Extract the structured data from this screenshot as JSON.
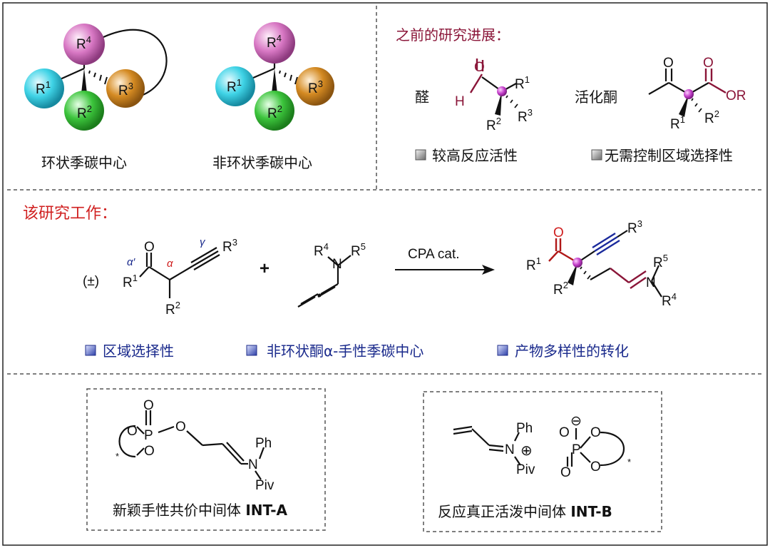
{
  "top_left": {
    "cyclic_caption": "环状季碳中心",
    "acyclic_caption": "非环状季碳中心",
    "sphere_labels": {
      "r1": "R",
      "r2": "R",
      "r3": "R",
      "r4": "R",
      "s1": "1",
      "s2": "2",
      "s3": "3",
      "s4": "4"
    }
  },
  "top_right": {
    "title": "之前的研究进展：",
    "aldehyde_label": "醛",
    "ketone_label": "活化酮",
    "aldehyde_feature": "较高反应活性",
    "ketone_feature": "无需控制区域选择性",
    "atoms": {
      "o": "O",
      "h": "H",
      "or": "OR",
      "r": "R",
      "n1": "1",
      "n2": "2",
      "n3": "3"
    }
  },
  "middle": {
    "title": "该研究工作：",
    "racemic": "(±)",
    "plus": "+",
    "catalyst": "CPA cat.",
    "alpha_prime": "α′",
    "alpha": "α",
    "gamma": "γ",
    "n_atom": "N",
    "features": [
      "区域选择性",
      "非环状酮α-手性季碳中心",
      "产物多样性的转化"
    ],
    "sup": {
      "n1": "1",
      "n2": "2",
      "n3": "3",
      "n4": "4",
      "n5": "5"
    }
  },
  "bottom": {
    "int_a_caption": "新颖手性共价中间体 ",
    "int_a_code": "INT-A",
    "int_b_caption": "反应真正活泼中间体 ",
    "int_b_code": "INT-B",
    "atoms": {
      "p": "P",
      "o": "O",
      "n": "N",
      "ph": "Ph",
      "piv": "Piv",
      "star": "*",
      "plus": "⊕",
      "minus": "⊖"
    }
  },
  "colors": {
    "magenta_center": "#c23ec9",
    "sphere_r1": "#3fd3e6",
    "sphere_r2": "#3cc43c",
    "sphere_r3": "#d48a22",
    "sphere_r4": "#d878c4",
    "title_red": "#d02020",
    "title_maroon": "#8a1538",
    "feature_blue": "#1a2a8c"
  }
}
